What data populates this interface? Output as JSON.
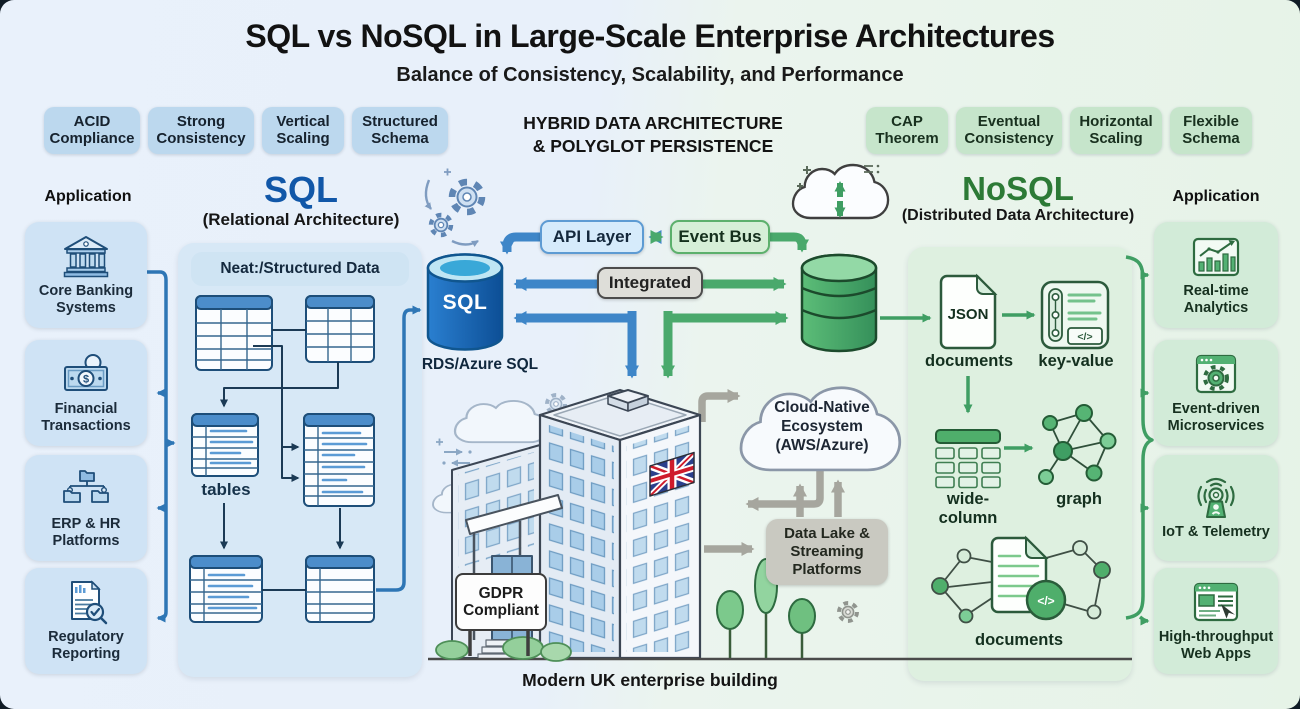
{
  "colors": {
    "background_left": "#e9f1fb",
    "background_right": "#e6f3e7",
    "sql_accent": "#1157a8",
    "nosql_accent": "#2c7a36",
    "sql_badge_bg": "#bcd8ee",
    "nosql_badge_bg": "#c6e5cb",
    "blue_arrow": "#3e86c8",
    "green_arrow": "#4aa96c",
    "gray_arrow": "#a6a69e"
  },
  "header": {
    "title": "SQL vs NoSQL in Large-Scale Enterprise Architectures",
    "subtitle": "Balance of Consistency, Scalability, and Performance",
    "hybrid_line1": "HYBRID DATA ARCHITECTURE",
    "hybrid_line2": "& POLYGLOT PERSISTENCE"
  },
  "badges": {
    "sql": [
      "ACID Compliance",
      "Strong Consistency",
      "Vertical Scaling",
      "Structured Schema"
    ],
    "nosql": [
      "CAP Theorem",
      "Eventual Consistency",
      "Horizontal Scaling",
      "Flexible Schema"
    ]
  },
  "left_apps": {
    "heading": "Application",
    "items": [
      {
        "label": "Core Banking Systems",
        "icon": "bank-icon"
      },
      {
        "label": "Financial Transactions",
        "icon": "banknote-icon"
      },
      {
        "label": "ERP & HR Platforms",
        "icon": "org-folders-icon"
      },
      {
        "label": "Regulatory Reporting",
        "icon": "report-check-icon"
      }
    ]
  },
  "right_apps": {
    "heading": "Application",
    "items": [
      {
        "label": "Real-time Analytics",
        "icon": "analytics-chart-icon"
      },
      {
        "label": "Event-driven Microservices",
        "icon": "browser-gear-icon"
      },
      {
        "label": "IoT & Telemetry",
        "icon": "antenna-icon"
      },
      {
        "label": "High-throughput Web Apps",
        "icon": "browser-cursor-icon"
      }
    ]
  },
  "sql": {
    "title": "SQL",
    "subtitle": "(Relational Architecture)",
    "data_label": "Neat:/Structured Data",
    "tables_label": "tables",
    "db_text": "SQL",
    "db_label": "RDS/Azure SQL"
  },
  "integration": {
    "api_layer": "API Layer",
    "event_bus": "Event Bus",
    "integrated": "Integrated",
    "cloud_label": "Cloud-Native Ecosystem (AWS/Azure)",
    "data_lake_label": "Data Lake & Streaming Platforms",
    "gdpr_label": "GDPR Compliant",
    "building_caption": "Modern UK enterprise building"
  },
  "nosql": {
    "title": "NoSQL",
    "subtitle": "(Distributed Data Architecture)",
    "items": [
      {
        "label": "documents",
        "icon": "json-document-icon"
      },
      {
        "label": "key-value",
        "icon": "key-value-icon"
      },
      {
        "label": "wide-column",
        "icon": "wide-column-icon"
      },
      {
        "label": "graph",
        "icon": "graph-network-icon"
      },
      {
        "label": "documents",
        "icon": "linked-documents-icon"
      }
    ]
  },
  "glyphs": {
    "json": "JSON",
    "code": "</>",
    "dollar": "$"
  }
}
